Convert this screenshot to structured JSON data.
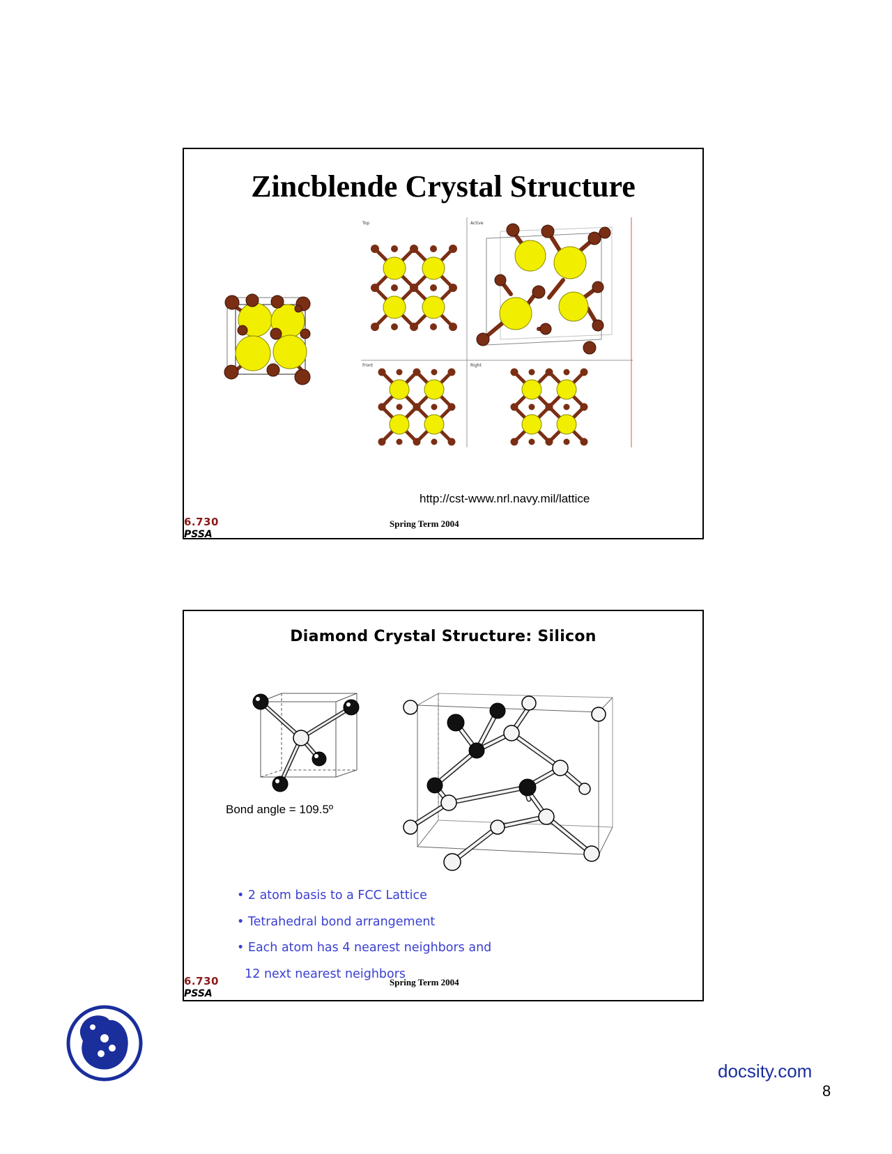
{
  "slide1": {
    "title": "Zincblende Crystal Structure",
    "source_url": "http://cst-www.nrl.navy.mil/lattice",
    "course": "6.730",
    "footer_org": "PSSA",
    "term": "Spring Term 2004",
    "panel_labels": [
      "Top",
      "Active",
      "Front",
      "Right"
    ]
  },
  "slide2": {
    "title": "Diamond Crystal Structure:  Silicon",
    "bond_angle": "Bond angle = 109.5º",
    "bullets": [
      "• 2 atom basis  to a FCC Lattice",
      "• Tetrahedral bond arrangement",
      "• Each atom has 4 nearest neighbors and",
      "  12 next nearest neighbors"
    ],
    "course": "6.730",
    "footer_org": "PSSA",
    "term": "Spring Term 2004"
  },
  "page": {
    "brand": "docsity.com",
    "page_number": "8"
  },
  "colors": {
    "zinc": "#f2ee00",
    "sulfur": "#7a2e14",
    "bullet_text": "#3a3fd0",
    "course_code": "#8b1a1a",
    "brand": "#1a2e9c"
  }
}
